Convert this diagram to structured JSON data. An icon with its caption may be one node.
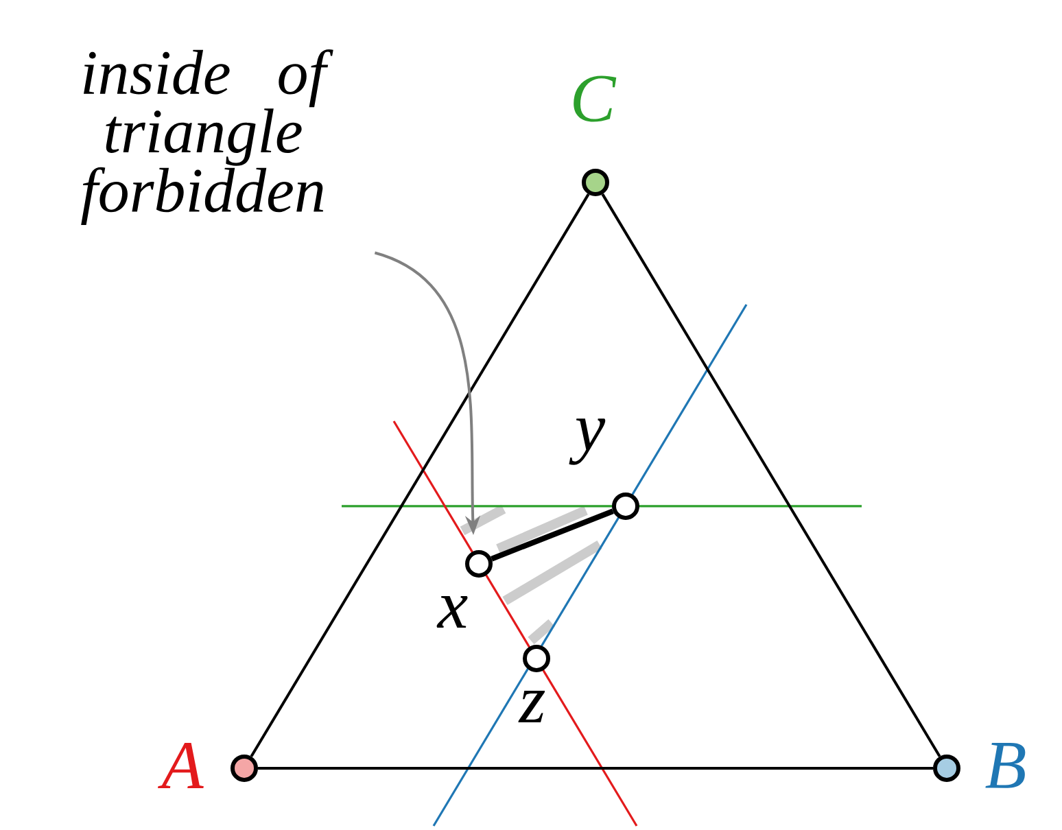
{
  "diagram": {
    "nodes": [
      {
        "text": [
          "inside of triangle forbidden"
        ]
      },
      {
        "text": [],
        "shape": "circle",
        "beside": [
          "C"
        ]
      },
      {
        "text": [],
        "shape": "circle",
        "beside": [
          "y"
        ]
      },
      {
        "text": [],
        "shape": "circle",
        "beside": [
          "x"
        ]
      },
      {
        "text": [],
        "shape": "circle",
        "beside": [
          "z"
        ]
      },
      {
        "text": [],
        "shape": "circle",
        "beside": [
          "A"
        ]
      },
      {
        "text": [],
        "shape": "circle",
        "beside": [
          "B"
        ]
      }
    ],
    "edges": [
      {
        "from": 5,
        "to": 6,
        "arrow": "none"
      },
      {
        "from": 6,
        "to": 1,
        "arrow": "none"
      },
      {
        "from": 1,
        "to": 5,
        "arrow": "none"
      },
      {
        "from": 3,
        "to": 2,
        "arrow": "none",
        "style": "thick"
      },
      {
        "from": 0,
        "to": null,
        "arrow": "to",
        "color": "#808080"
      }
    ]
  }
}
